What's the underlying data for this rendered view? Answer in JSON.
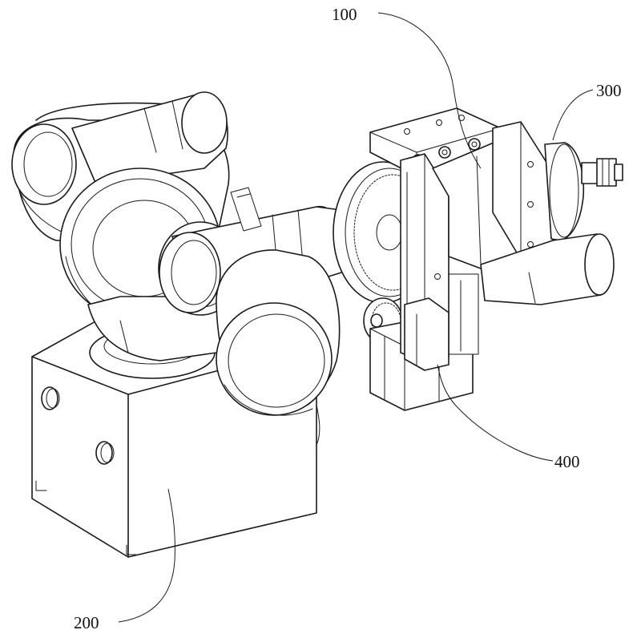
{
  "figure": {
    "labels": [
      {
        "key": "gear_module",
        "text": "100"
      },
      {
        "key": "robot_arm_base",
        "text": "200"
      },
      {
        "key": "motor_assembly",
        "text": "300"
      },
      {
        "key": "slide_rail",
        "text": "400"
      }
    ]
  }
}
